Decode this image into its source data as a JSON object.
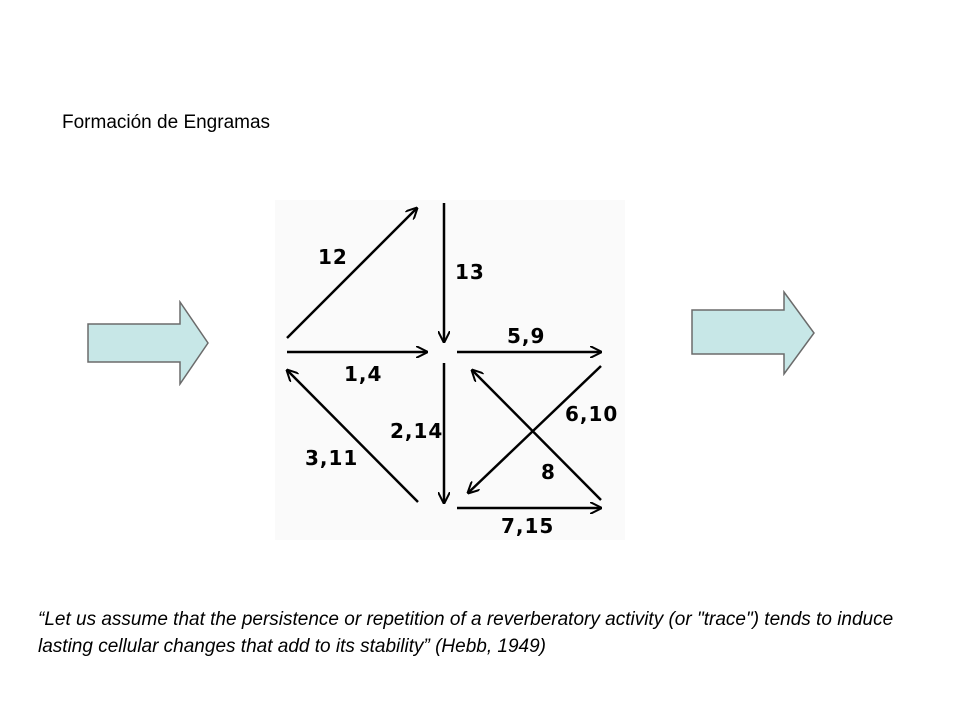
{
  "title": "Formación de Engramas",
  "diagram": {
    "labels": {
      "a": "12",
      "b": "13",
      "c": "5,9",
      "d": "1,4",
      "e": "2,14",
      "f": "3,11",
      "g": "6,10",
      "h": "8",
      "i": "7,15"
    }
  },
  "quote": "“Let us assume that the persistence or repetition of a reverberatory activity (or \"trace\") tends to induce lasting cellular changes that add to its stability” (Hebb, 1949)",
  "colors": {
    "block_arrow_fill": "#c7e7e7",
    "block_arrow_stroke": "#6b6b6b",
    "line": "#000000"
  }
}
